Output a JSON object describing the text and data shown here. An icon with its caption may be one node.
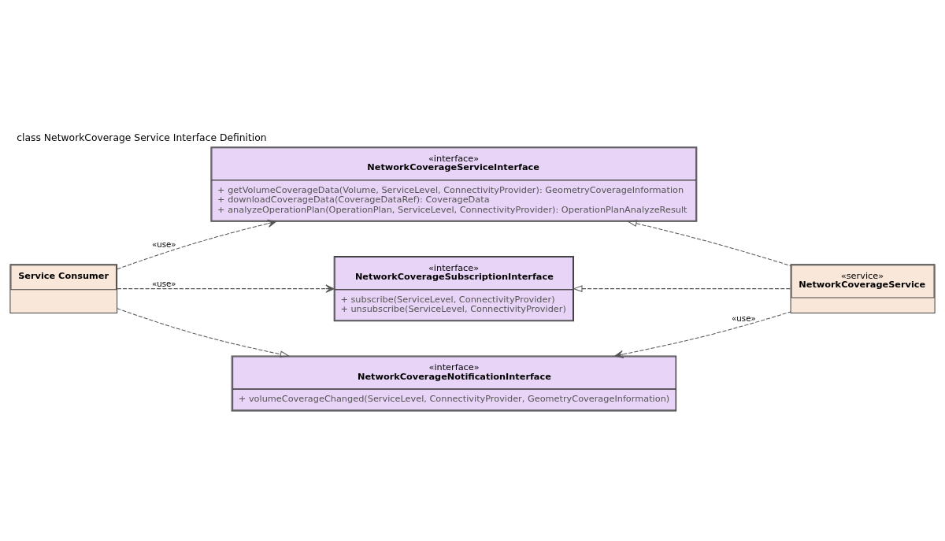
{
  "diagram": {
    "title": "class NetworkCoverage Service Interface Definition",
    "nodes": [
      {
        "text": [
          "«interface»",
          "NetworkCoverageServiceInterface",
          "+ getVolumeCoverageData(Volume, ServiceLevel, ConnectivityProvider): GeometryCoverageInformation",
          "+ downloadCoverageData(CoverageDataRef): CoverageData",
          "+ analyzeOperationPlan(OperationPlan, ServiceLevel, ConnectivityProvider): OperationPlanAnalyzeResult"
        ]
      },
      {
        "text": [
          "Service Consumer"
        ]
      },
      {
        "text": [
          "«service»",
          "NetworkCoverageService"
        ]
      },
      {
        "text": [
          "«interface»",
          "NetworkCoverageSubscriptionInterface",
          "+ subscribe(ServiceLevel, ConnectivityProvider)",
          "+ unsubscribe(ServiceLevel, ConnectivityProvider)"
        ]
      },
      {
        "text": [
          "«interface»",
          "NetworkCoverageNotificationInterface",
          "+ volumeCoverageChanged(ServiceLevel, ConnectivityProvider, GeometryCoverageInformation)"
        ]
      }
    ],
    "edges": [
      {
        "from": 1,
        "to": 0,
        "arrow": "to",
        "label": "«use»",
        "style": "dashed"
      },
      {
        "from": 2,
        "to": 0,
        "arrow": "to",
        "style": "dashed"
      },
      {
        "from": 1,
        "to": 3,
        "arrow": "to",
        "label": "«use»",
        "style": "dashed"
      },
      {
        "from": 2,
        "to": 3,
        "arrow": "to",
        "style": "dashed"
      },
      {
        "from": 1,
        "to": 4,
        "arrow": "to",
        "style": "dashed"
      },
      {
        "from": 2,
        "to": 4,
        "arrow": "to",
        "label": "«use»",
        "style": "dashed"
      }
    ]
  }
}
